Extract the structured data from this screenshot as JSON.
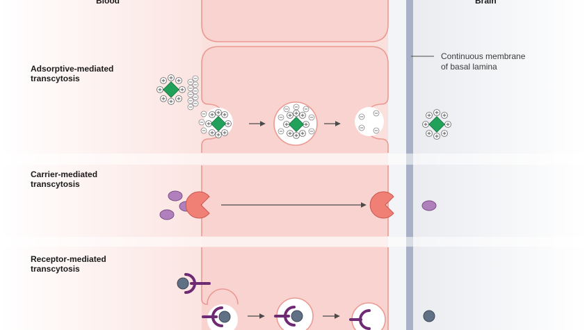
{
  "headers": {
    "left": "Blood",
    "right": "Brain"
  },
  "membrane_label": "Continuous membrane\nof basal lamina",
  "sections": [
    {
      "label": "Adsorptive-mediated\ntranscytosis"
    },
    {
      "label": "Carrier-mediated\ntranscytosis"
    },
    {
      "label": "Receptor-mediated\ntranscytosis"
    }
  ],
  "colors": {
    "cell_fill": "#f9d3cf",
    "cell_stroke": "#ea9a92",
    "membrane": "#a9b1c6",
    "cationic_core": "#22a15a",
    "carrier": "#f07f76",
    "substrate": "#b080bd",
    "receptor": "#6f2a74",
    "ligand": "#607186"
  }
}
